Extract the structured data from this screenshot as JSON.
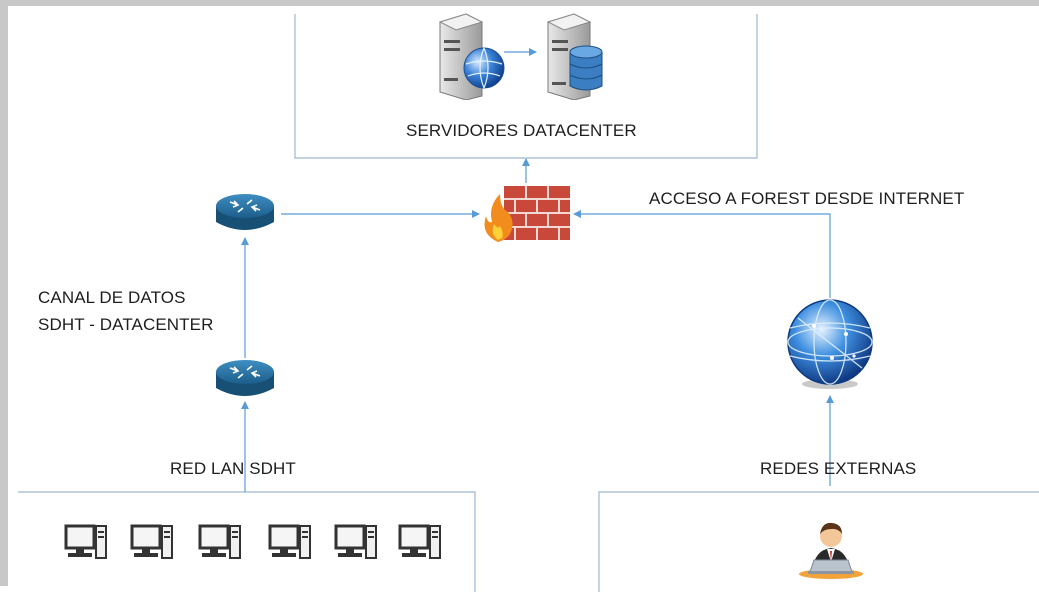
{
  "labels": {
    "datacenter": "SERVIDORES DATACENTER",
    "internet_access": "ACCESO A FOREST DESDE INTERNET",
    "data_channel_line1": "CANAL DE DATOS",
    "data_channel_line2": "SDHT - DATACENTER",
    "lan": "RED LAN SDHT",
    "external": "REDES EXTERNAS"
  },
  "colors": {
    "connector": "#5b9bd5",
    "box_border": "#9fb8d0",
    "router": "#2b6f9a",
    "firewall_brick": "#c8483a",
    "text": "#1e1e1e"
  },
  "icons": [
    "web-server-icon",
    "database-server-icon",
    "firewall-icon",
    "router-icon",
    "router-icon",
    "globe-icon",
    "desktop-computer-icon",
    "user-laptop-icon"
  ]
}
